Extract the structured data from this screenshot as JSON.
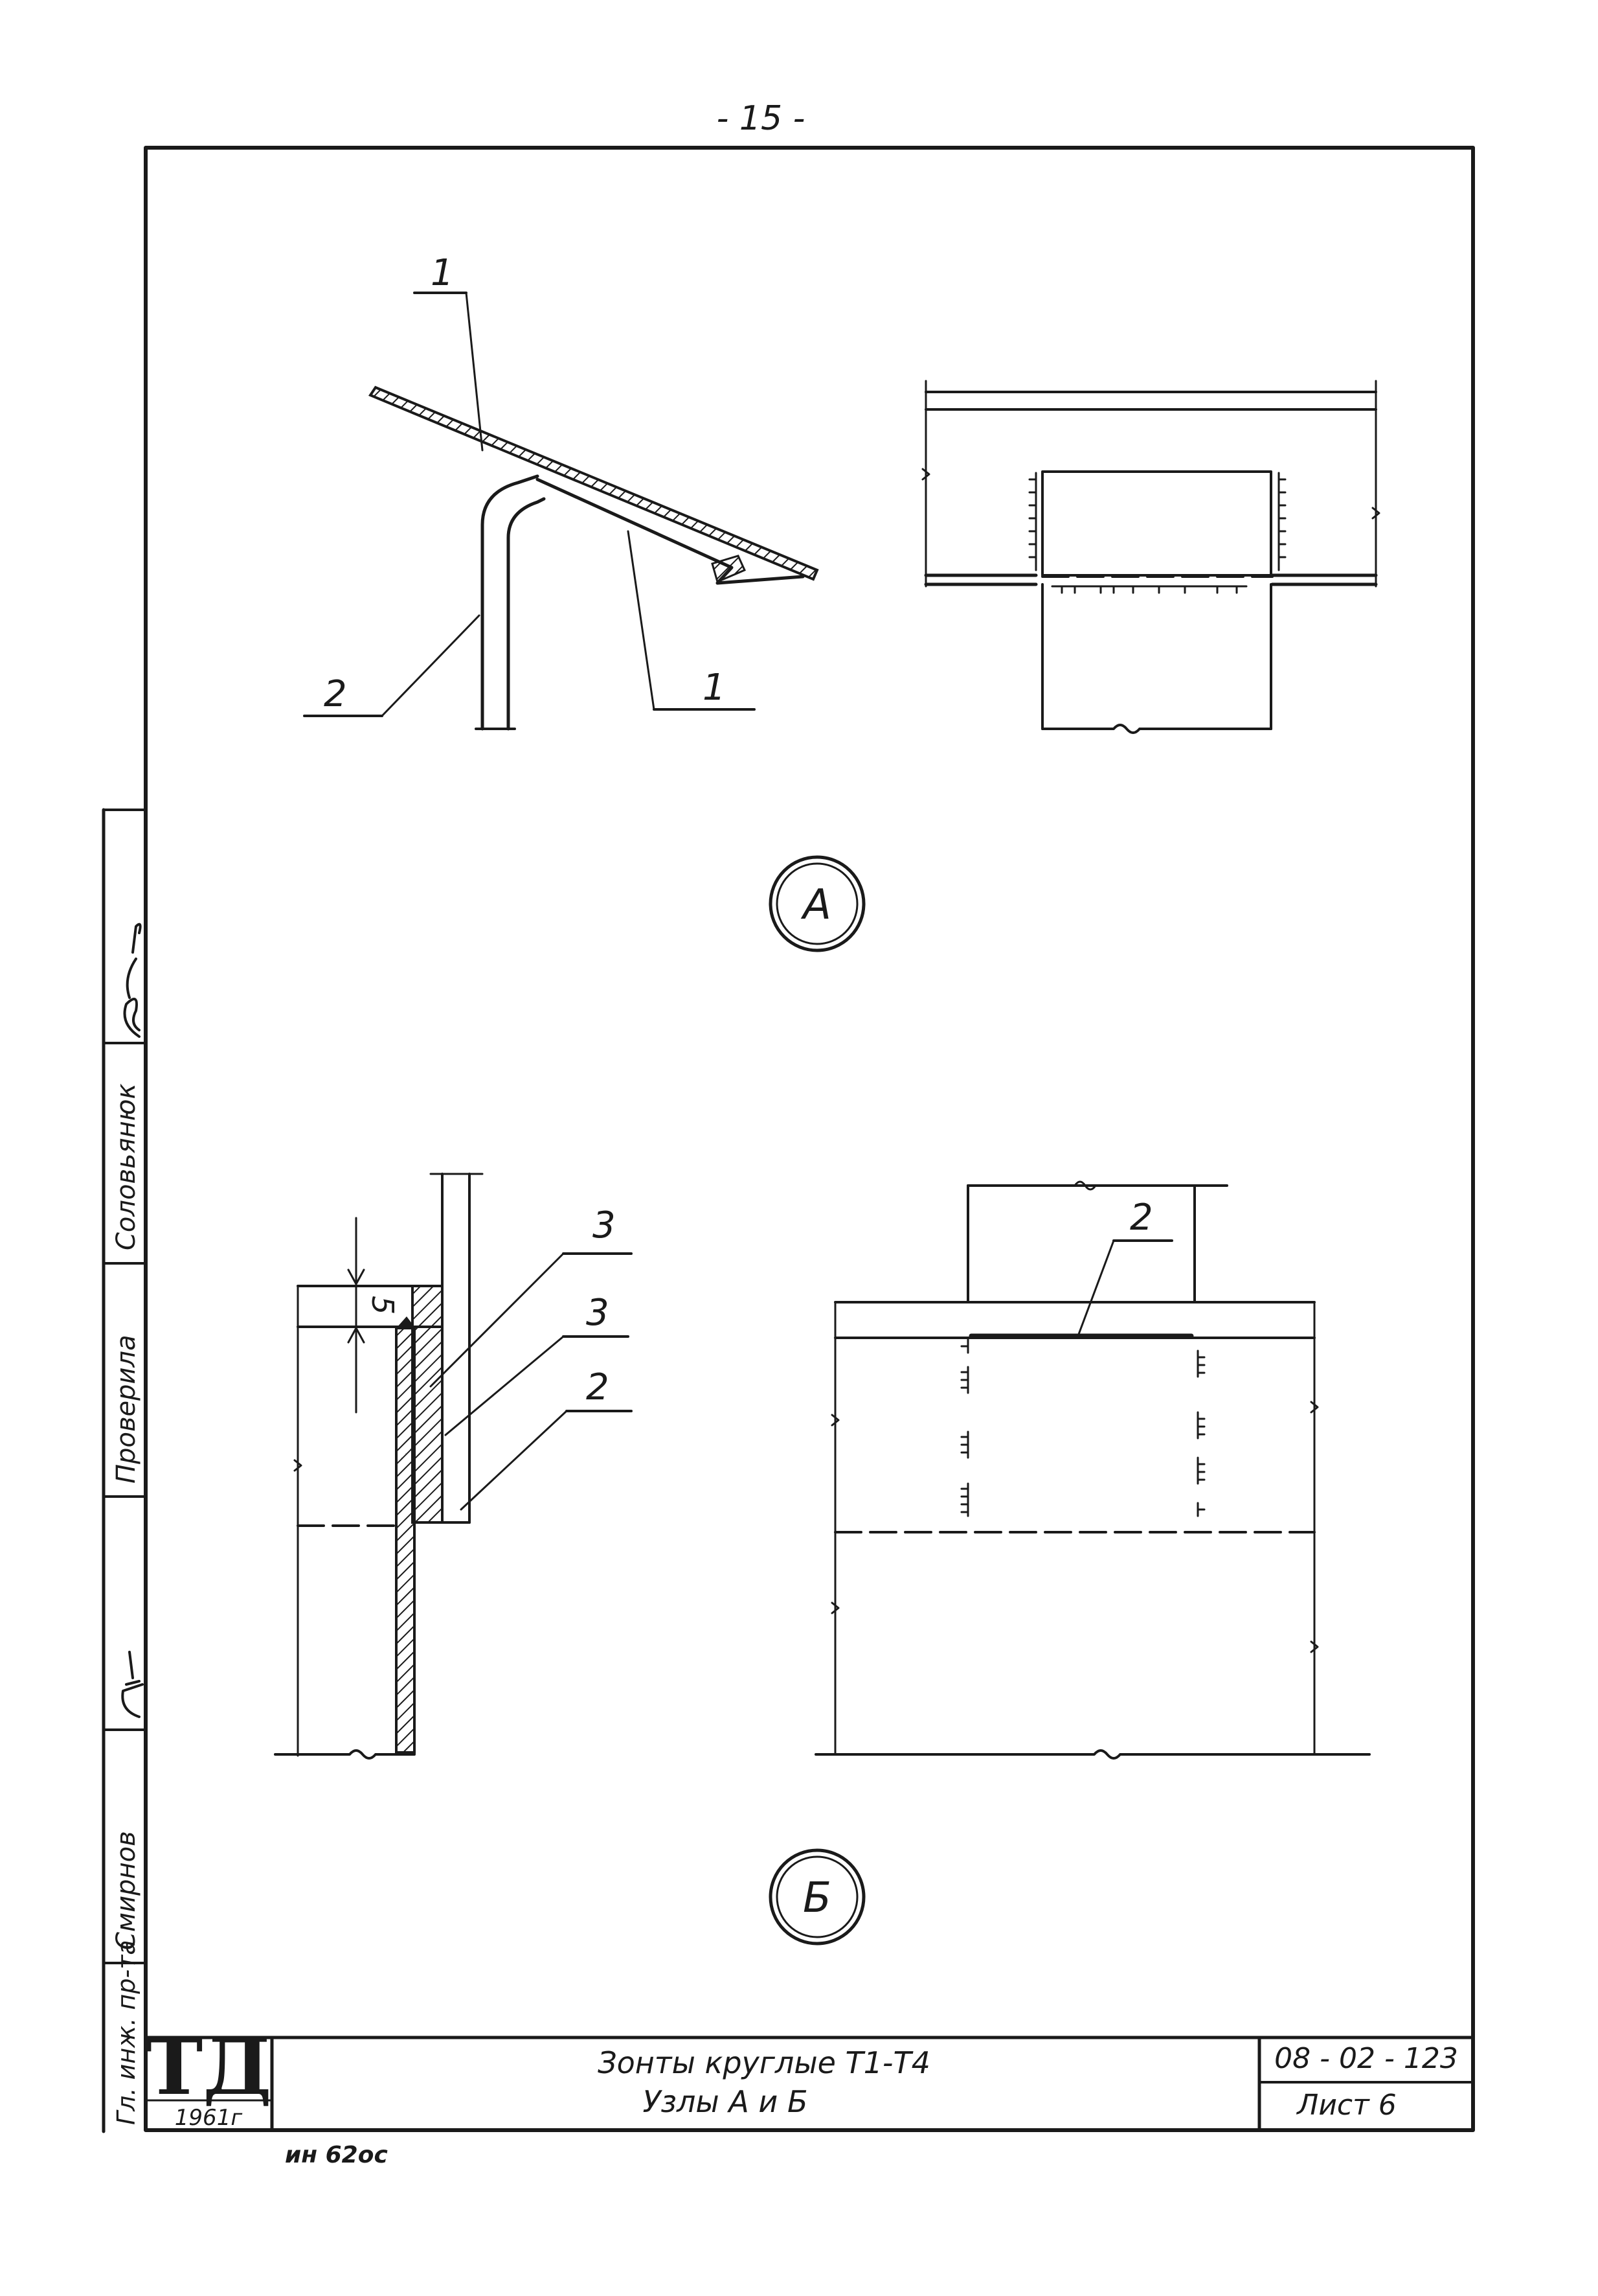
{
  "page_number": "- 15 -",
  "callouts": {
    "a_1_top": "1",
    "a_1_bottom": "1",
    "a_2": "2",
    "b_3_top": "3",
    "b_3_mid": "3",
    "b_2_left": "2",
    "b_2_right": "2",
    "b_dim_5": "5"
  },
  "node_labels": {
    "a": "А",
    "b": "Б"
  },
  "side_stamp": {
    "role_gi": "Гл. инж. пр-та",
    "name_1": "Смирнов",
    "role_checked": "Проверила",
    "name_2": "Соловьянюк"
  },
  "title_block": {
    "logo": "ТД",
    "year": "1961г",
    "title_line1": "Зонты круглые Т1-Т4",
    "title_line2": "Узлы А и Б",
    "code": "08 - 02 - 123",
    "sheet": "Лист 6"
  },
  "inventory_note": "ин 62ос"
}
